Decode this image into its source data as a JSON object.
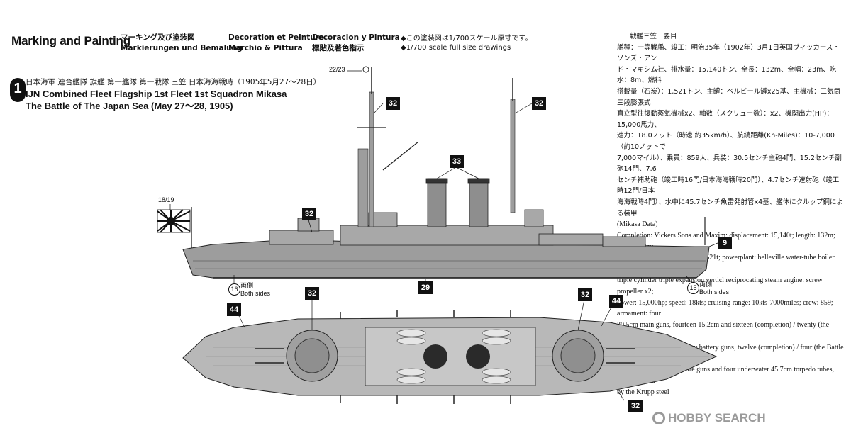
{
  "header": {
    "title_en": "Marking and Painting",
    "title_jp": "マーキング及び塗装図",
    "title_de": "Markierungen und Bemalung",
    "title_fr": "Decoration et Peinture",
    "title_it": "Marchio & Pittura",
    "title_es": "Decoracion y Pintura",
    "title_zh": "標貼及著色指示",
    "scale_jp": "◆この塗装図は1/700スケール原寸です。",
    "scale_en": "◆1/700 scale full size drawings"
  },
  "ship": {
    "number": "1",
    "name_jp": "日本海軍 連合艦隊 旗艦 第一艦隊 第一戦隊 三笠 日本海海戦時（1905年5月27〜28日）",
    "name_en_line1": "IJN Combined Fleet Flagship 1st Fleet 1st Squadron Mikasa",
    "name_en_line2": "The Battle of The Japan Sea (May 27〜28, 1905)"
  },
  "data_box": {
    "heading": "戦艦三笠　要目",
    "jp_lines": [
      "艦種：一等戦艦、竣工：明治35年（1902年）3月1日英国ヴィッカース・ソンズ・アン",
      "ド・マキシム社、排水量：15,140トン、全長：132m、全幅：23m、吃水：8m、燃料",
      "搭載量（石炭）：1,521トン、主罐：ベルビール罐x25基、主機械：三気筒三段膨張式",
      "直立型往復動蒸気機械x2、軸数（スクリュー数）：x2、機関出力(HP)：15,000馬力、",
      "速力：18.0ノット（時速 約35km/h）、航続距離(Kn-Miles)：10-7,000（約10ノットで",
      "7,000マイル）、乗員：859人、兵装：30.5センチ主砲4門、15.2センチ副砲14門、7.6",
      "センチ補助砲（竣工時16門/日本海海戦時20門）、4.7センチ速射砲（竣工時12門/日本",
      "海海戦時4門）、水中に45.7センチ魚雷発射管x4基、艦体にクルップ鋼による装甲"
    ],
    "en_heading": "(Mikasa Data)",
    "en_lines": [
      "Completion: Vickers Sons and Maxim; displacement: 15,140t; length: 132m; beame: 23m;",
      "draught: 8m; fuel load(coal): 1,521t; powerplant: belleville water-tube boiler x25; engine:",
      "triple cylinder triple expansion verticl reciprocating steam engine: screw propeller x2;",
      "power: 15,000hp; speed: 18kts; cruising range: 10kts-7000miles; crew: 859; armament: four",
      "30.5cm main guns, fourteen 15.2cm and sixteen (completion) / twenty (the Battle of the",
      "Japan Sea) 7.6cm secondary battery guns, twelve (completion) / four (the Battle of the",
      "Japan Sea) 4.7cm rapid fire guns and four underwater 45.7cm torpedo tubes, Armored hull",
      "by the Krupp steel"
    ]
  },
  "callouts": {
    "flag_mast": "22/23",
    "mast_fore": "32",
    "mast_main": "32",
    "funnels": "33",
    "superstructure": "32",
    "ensign": "18/19",
    "bow_tag": "9",
    "hull": "29",
    "side_left_num": "16",
    "side_right_num": "15",
    "both_sides_jp": "両側",
    "both_sides_en": "Both sides",
    "deck_left": "44",
    "deck_right": "44",
    "turret_fore": "32",
    "turret_aft": "32",
    "bottom_right": "32"
  },
  "watermark": {
    "text": "HOBBY SEARCH"
  },
  "colors": {
    "hull_gray": "#9d9d9d",
    "deck_gray": "#b8b8b8",
    "dark": "#111111",
    "flag_red": "#c0392b"
  }
}
